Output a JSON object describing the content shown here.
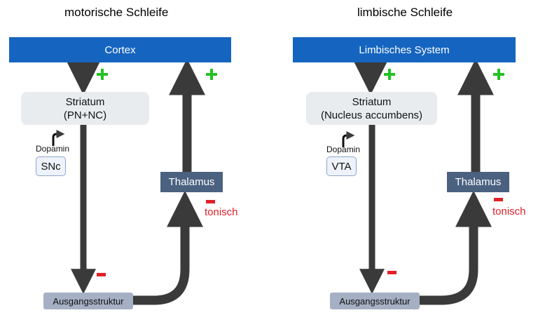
{
  "left": {
    "title": "motorische Schleife",
    "top_label": "Cortex",
    "striatum_line1": "Striatum",
    "striatum_line2": "(PN+NC)",
    "dopamine_label": "Dopamin",
    "nucleus_label": "SNc",
    "thalamus_label": "Thalamus",
    "output_label": "Ausgangsstruktur",
    "tonic_label": "tonisch"
  },
  "right": {
    "title": "limbische Schleife",
    "top_label": "Limbisches System",
    "striatum_line1": "Striatum",
    "striatum_line2": "(Nucleus accumbens)",
    "dopamine_label": "Dopamin",
    "nucleus_label": "VTA",
    "thalamus_label": "Thalamus",
    "output_label": "Ausgangsstruktur",
    "tonic_label": "tonisch"
  },
  "colors": {
    "bar": "#1565c0",
    "thalamus": "#4b6180",
    "output": "#a5b0c4",
    "arrow": "#3a3a3a",
    "excitatory": "#22c322",
    "inhibitory": "#e0202a"
  }
}
